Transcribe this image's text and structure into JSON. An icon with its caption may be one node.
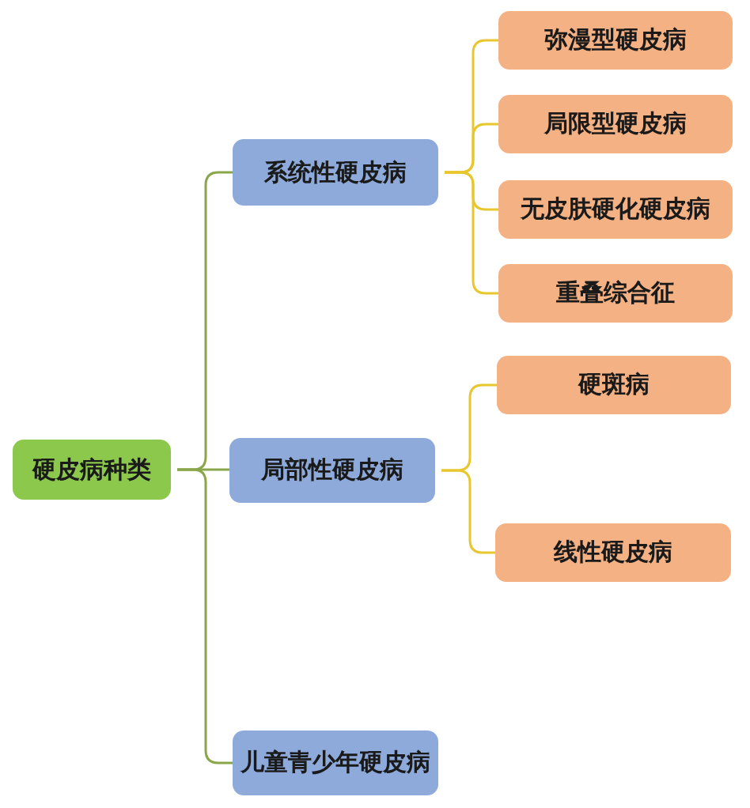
{
  "diagram": {
    "nodes": [
      {
        "text": [
          "硬皮病种类"
        ]
      },
      {
        "text": [
          "系统性硬皮病"
        ]
      },
      {
        "text": [
          "弥漫型硬皮病"
        ]
      },
      {
        "text": [
          "局限型硬皮病"
        ]
      },
      {
        "text": [
          "无皮肤硬化硬皮病"
        ]
      },
      {
        "text": [
          "重叠综合征"
        ]
      },
      {
        "text": [
          "局部性硬皮病"
        ]
      },
      {
        "text": [
          "硬斑病"
        ]
      },
      {
        "text": [
          "线性硬皮病"
        ]
      },
      {
        "text": [
          "儿童青少年硬皮病"
        ]
      }
    ],
    "edges": [
      {
        "from": 0,
        "to": 1,
        "arrow": "none",
        "color": "#8aa64a"
      },
      {
        "from": 0,
        "to": 6,
        "arrow": "none",
        "color": "#8aa64a"
      },
      {
        "from": 0,
        "to": 9,
        "arrow": "none",
        "color": "#8aa64a"
      },
      {
        "from": 1,
        "to": 2,
        "arrow": "none"
      },
      {
        "from": 1,
        "to": 3,
        "arrow": "none"
      },
      {
        "from": 1,
        "to": 4,
        "arrow": "none"
      },
      {
        "from": 1,
        "to": 5,
        "arrow": "none"
      },
      {
        "from": 6,
        "to": 7,
        "arrow": "none"
      },
      {
        "from": 6,
        "to": 8,
        "arrow": "none"
      }
    ]
  }
}
